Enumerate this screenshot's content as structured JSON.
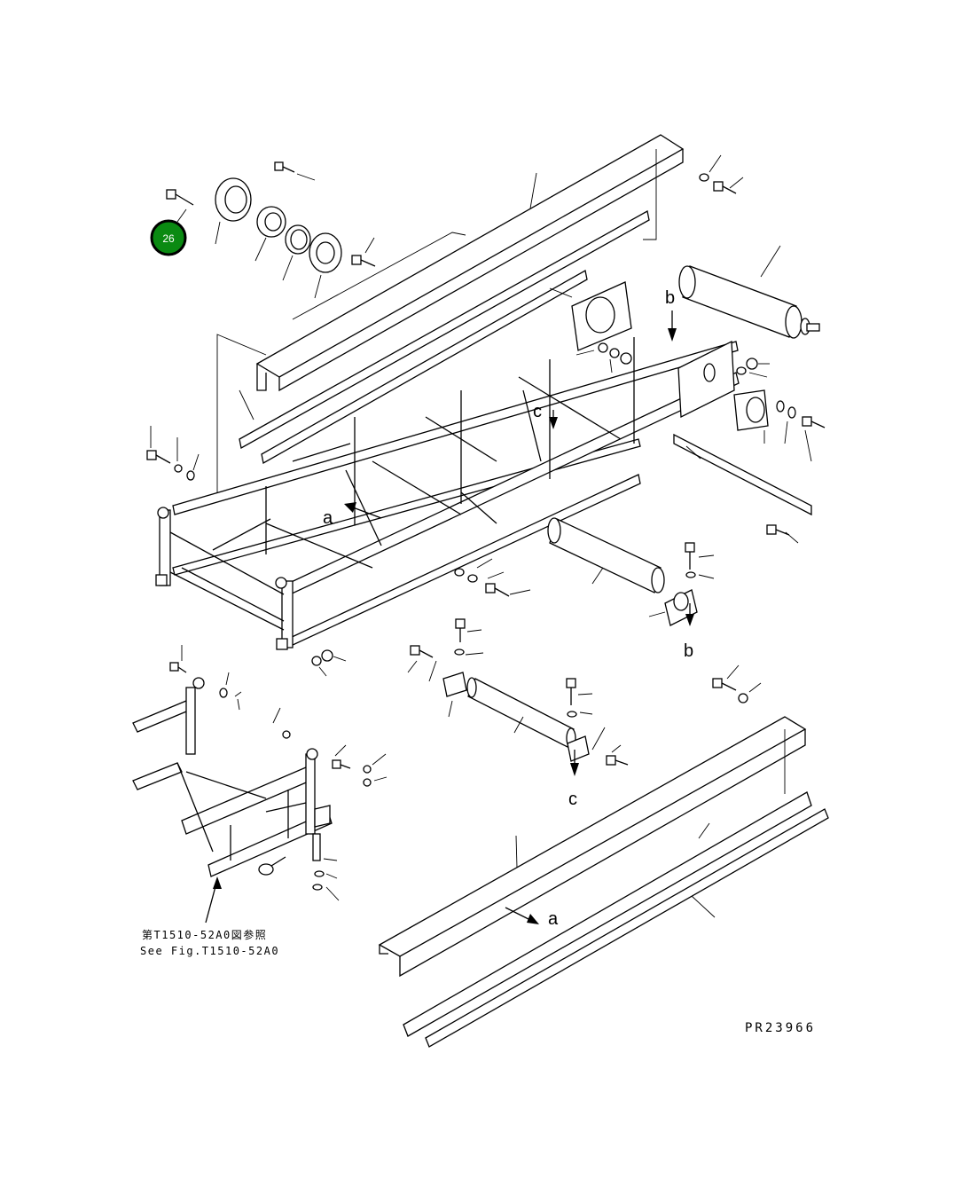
{
  "callout": {
    "number": "26",
    "color": "#0a8a12"
  },
  "view_labels": {
    "a_top": "a",
    "a_bottom": "a",
    "b_top": "b",
    "b_bottom": "b",
    "c_top": "c",
    "c_bottom": "c"
  },
  "reference_note": {
    "line_jp": "第T1510-52A0図参照",
    "line_en": "See Fig.T1510-52A0"
  },
  "drawing_code": "PR23966"
}
